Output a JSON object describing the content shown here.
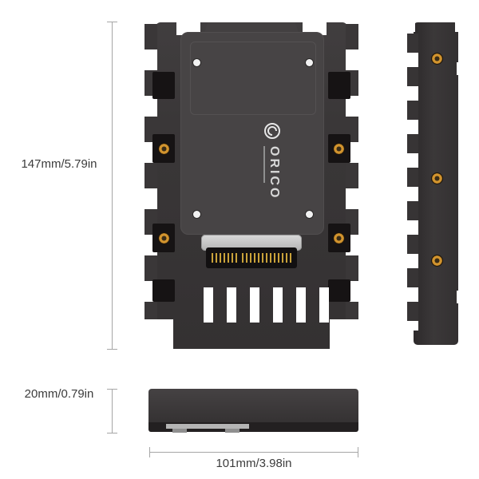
{
  "brand": {
    "name": "ORICO"
  },
  "dimensions": {
    "height_label": "147mm/5.79in",
    "thickness_label": "20mm/0.79in",
    "width_label": "101mm/3.98in"
  },
  "icons": {
    "logo": "orico-circle-swirl-logo"
  },
  "colors": {
    "page-bg": "#ffffff",
    "body": "#3a3738",
    "body-side": "#373435",
    "slot": "#161314",
    "panel": "#474445",
    "gold": "#d2942e",
    "hole": "#f2f2f2",
    "pin-gold": "#c9a23a",
    "rail-dark": "#232021",
    "dim-line": "#a6a6a6",
    "text": "#3c3c3c"
  }
}
